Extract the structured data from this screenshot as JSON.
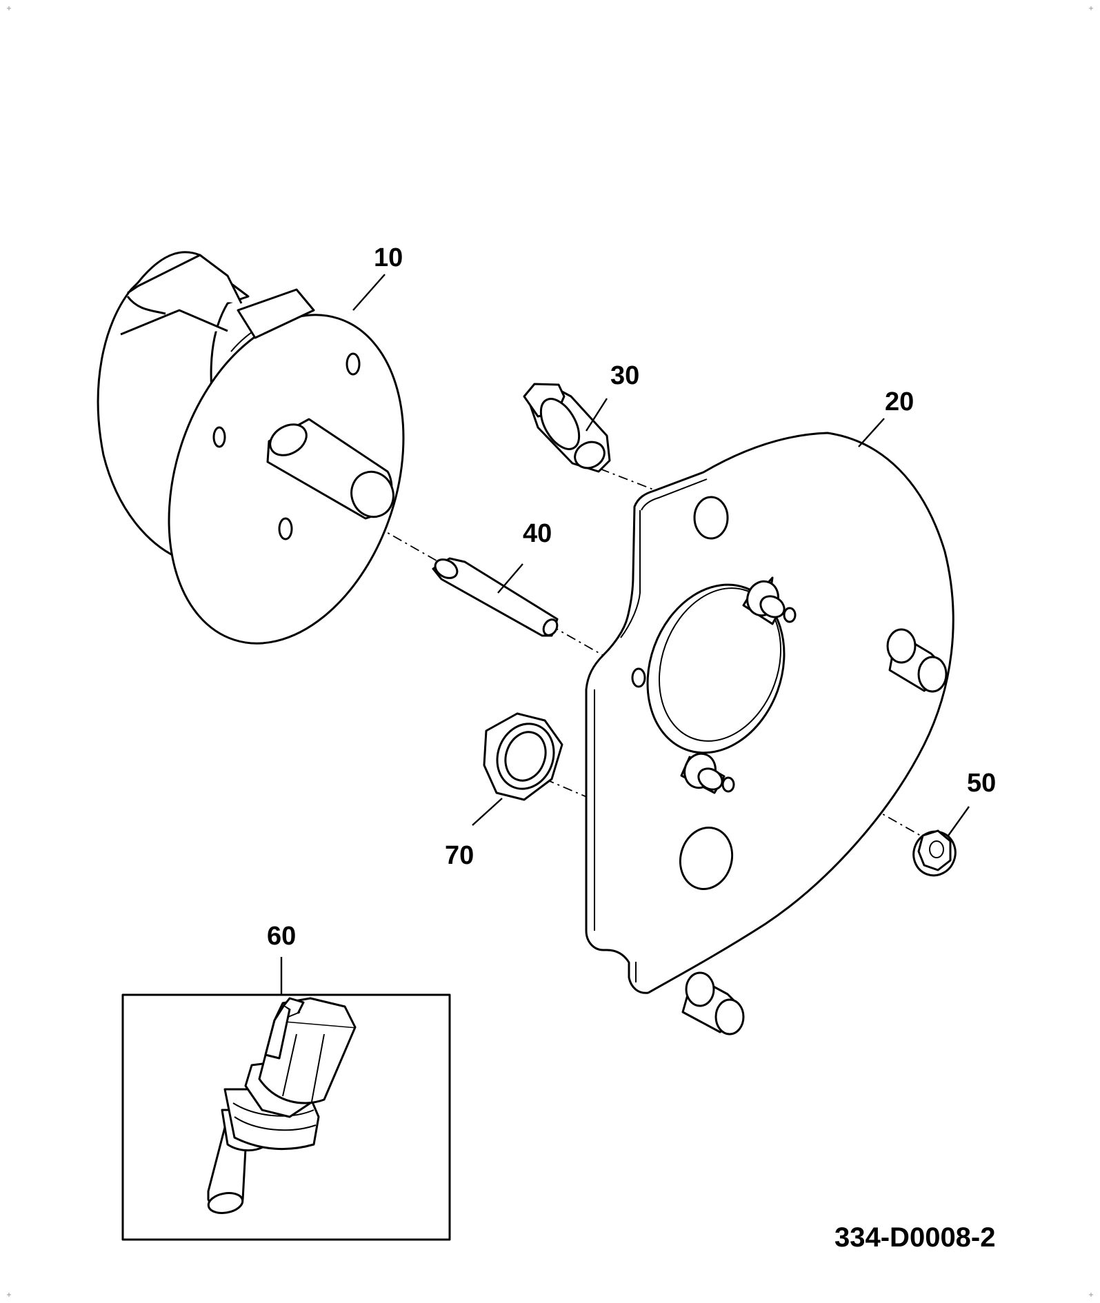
{
  "callouts": {
    "c10": "10",
    "c20": "20",
    "c30": "30",
    "c40": "40",
    "c50": "50",
    "c60": "60",
    "c70": "70"
  },
  "document_number": "334-D0008-2"
}
